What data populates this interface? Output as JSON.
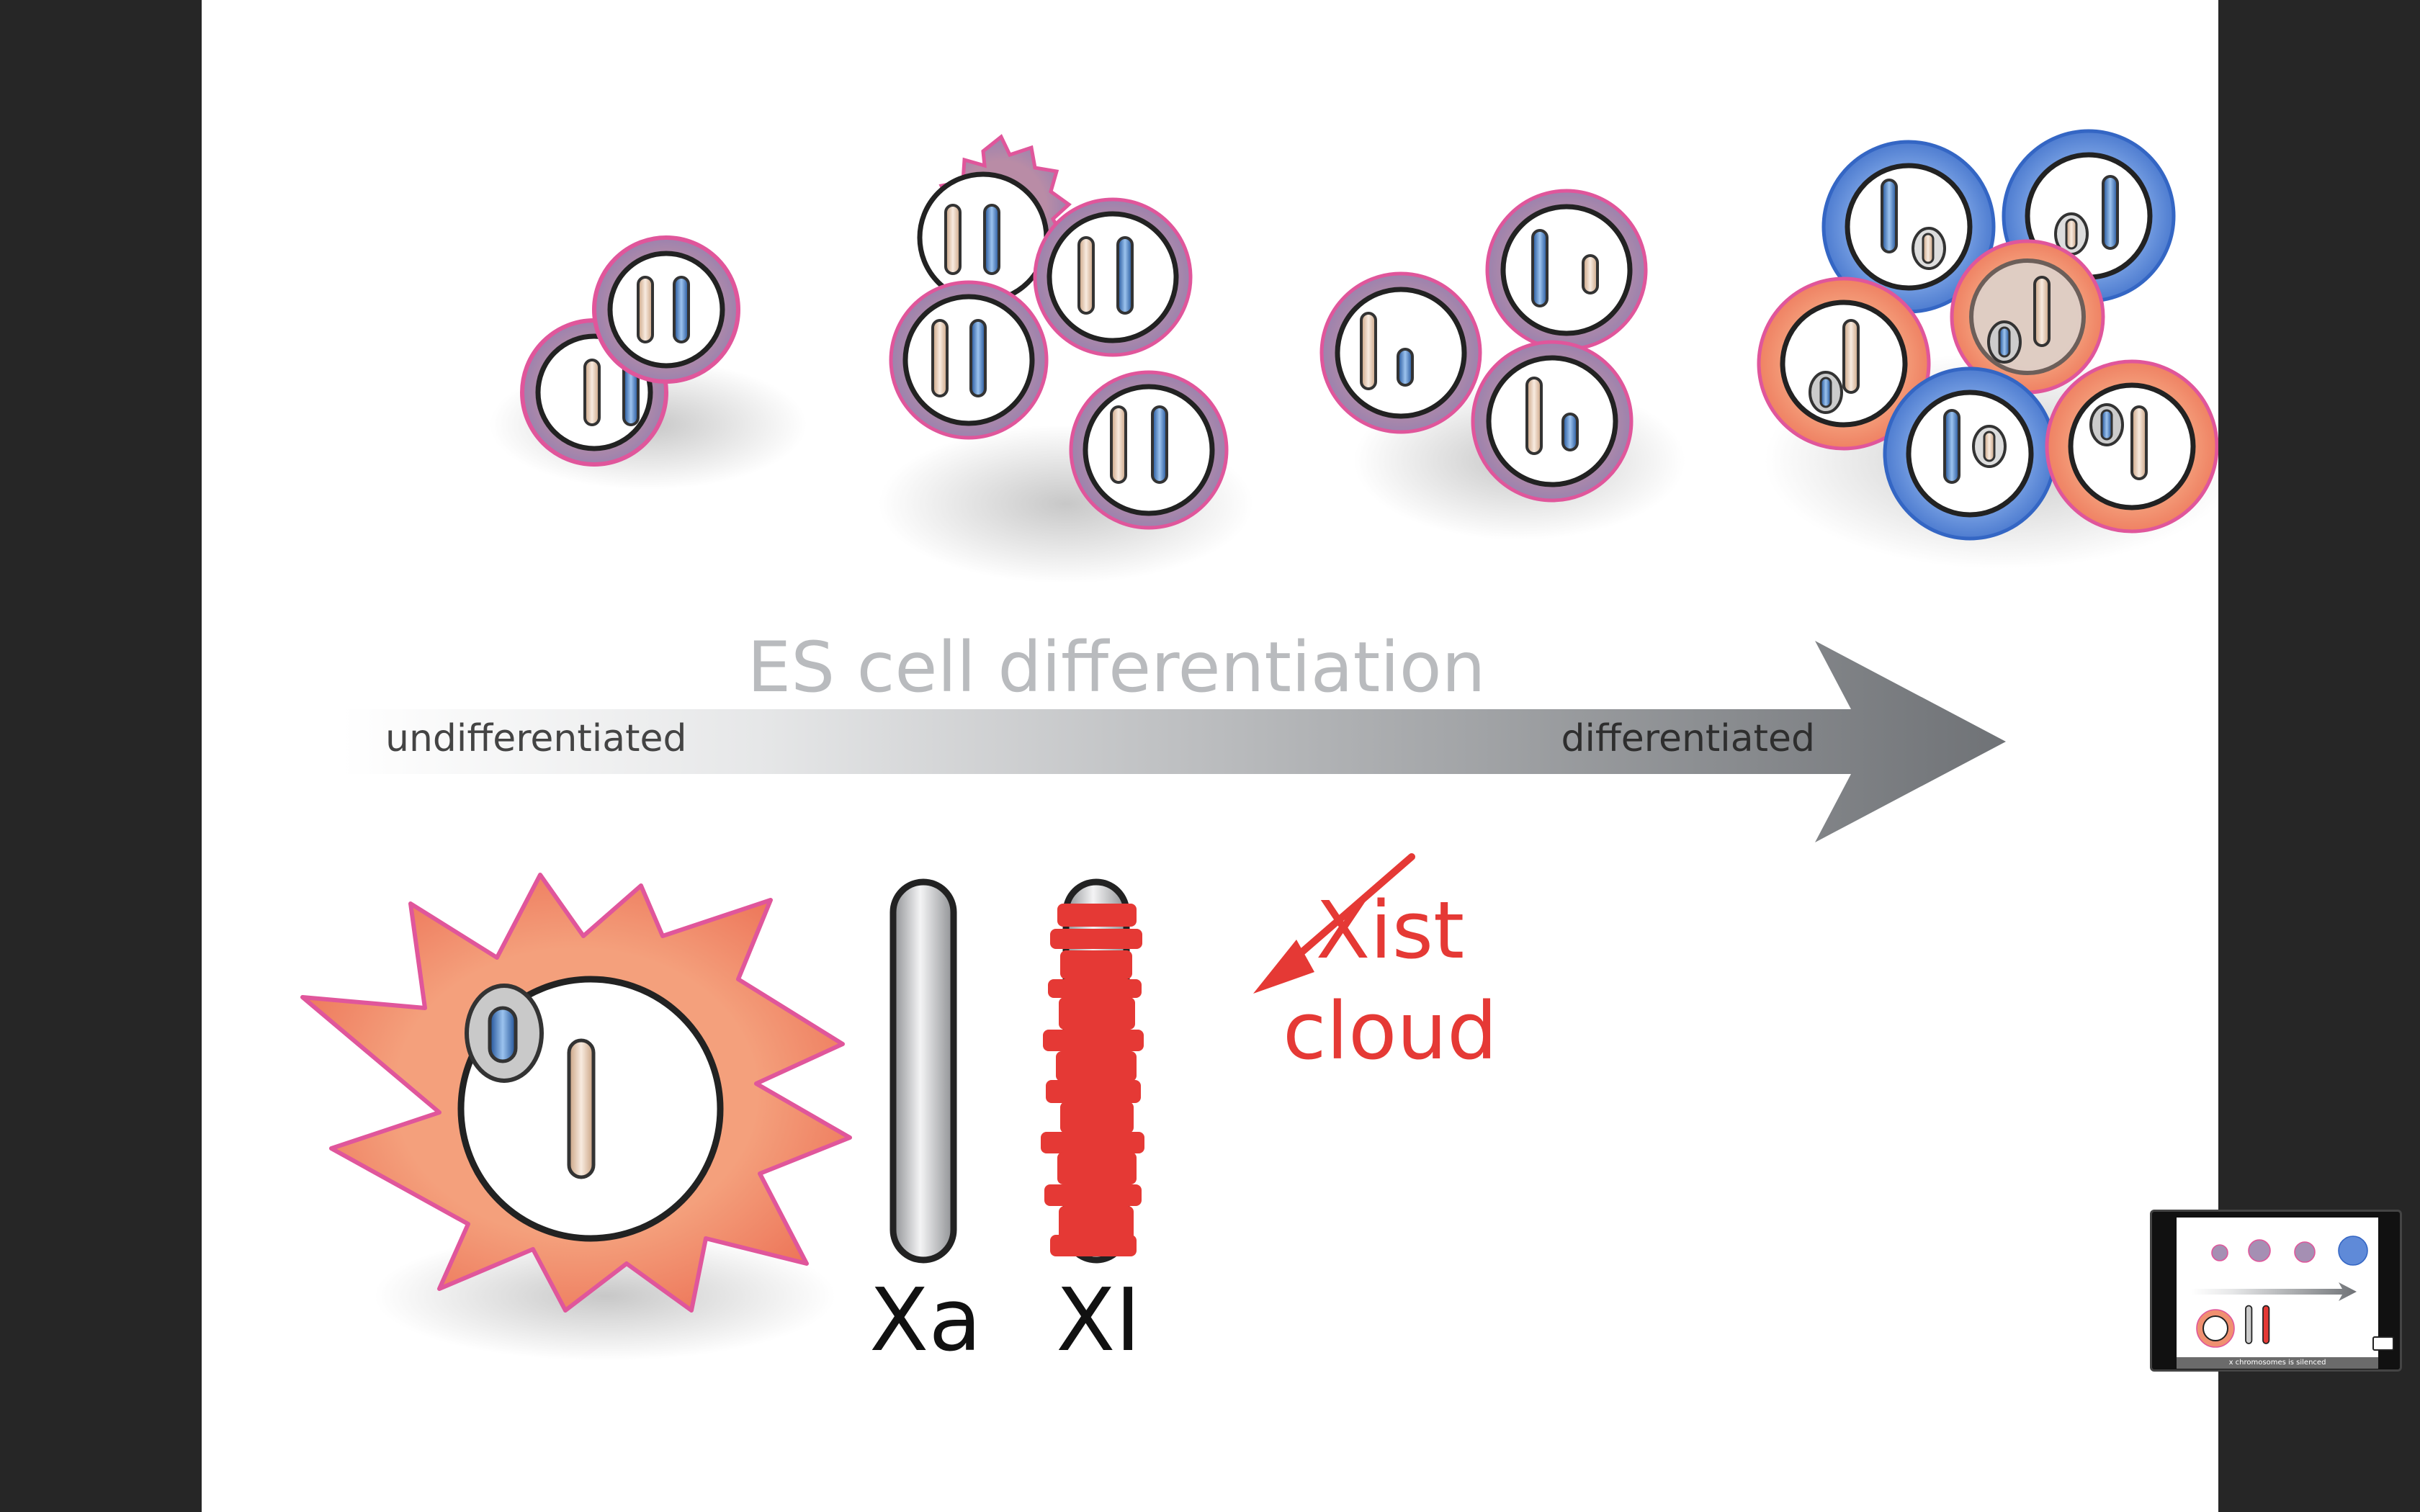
{
  "diagram": {
    "title": "ES cell differentiation",
    "start_label": "undifferentiated",
    "end_label": "differentiated",
    "xist_label_line1": "Xist",
    "xist_label_line2": "cloud",
    "xa_label": "Xa",
    "xi_label": "XI"
  },
  "colors": {
    "background": "#262626",
    "slide": "#ffffff",
    "xist_red": "#e53935",
    "x_blue": "#2f6fbf",
    "x_tan": "#e2c2a8",
    "arrow_gray": "#6f7276",
    "membrane_pink": "#e0569b",
    "cytoplasm_orange": "#ef8a63",
    "cytoplasm_blue": "#4d7fd1"
  },
  "thumbnail": {
    "caption": "x chromosomes is silenced"
  }
}
